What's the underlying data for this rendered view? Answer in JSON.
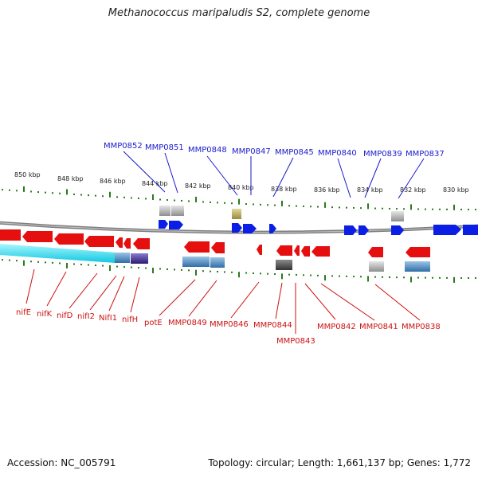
{
  "title": "Methanococcus maripaludis S2, complete genome",
  "footer": {
    "accession": "Accession: NC_005791",
    "summary": "Topology: circular; Length: 1,661,137 bp; Genes: 1,772"
  },
  "colors": {
    "top_label": "#1a1acc",
    "bottom_label": "#cc1111",
    "forward_gene": "#0a1ee6",
    "reverse_gene": "#e60f0f",
    "tick": "#2b7a1e",
    "cyan_feature": "#22ddee"
  },
  "scale_labels": [
    "850 kbp",
    "848 kbp",
    "846 kbp",
    "844 kbp",
    "842 kbp",
    "840 kbp",
    "838 kbp",
    "836 kbp",
    "834 kbp",
    "832 kbp",
    "830 kbp"
  ],
  "top_gene_labels": [
    "MMP0852",
    "MMP0851",
    "MMP0848",
    "MMP0847",
    "MMP0845",
    "MMP0840",
    "MMP0839",
    "MMP0837"
  ],
  "bottom_gene_labels": [
    "nifE",
    "nifK",
    "nifD",
    "nifI2",
    "NifI1",
    "nifH",
    "potE",
    "MMP0849",
    "MMP0846",
    "MMP0844",
    "MMP0843",
    "MMP0842",
    "MMP0841",
    "MMP0838"
  ]
}
